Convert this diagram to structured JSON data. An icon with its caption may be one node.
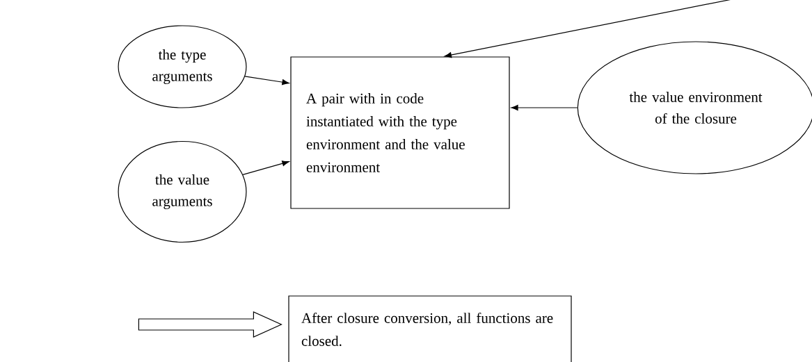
{
  "diagram": {
    "nodes": [
      {
        "text": [
          "the type arguments"
        ]
      },
      {
        "text": [
          "the value arguments"
        ]
      },
      {
        "text": [
          "A pair with in code instantiated with the type environment and the value environment"
        ]
      },
      {
        "text": [
          "the value environment of the closure"
        ]
      },
      {
        "text": [
          "After closure conversion, all functions are closed."
        ]
      }
    ],
    "edges": [
      {
        "from": 0,
        "to": 2,
        "arrow": "to"
      },
      {
        "from": 1,
        "to": 2,
        "arrow": "to"
      },
      {
        "from": 3,
        "to": 2,
        "arrow": "to"
      },
      {
        "from": null,
        "to": 2,
        "arrow": "to"
      },
      {
        "from": null,
        "to": 4,
        "arrow": "to",
        "style": "thick"
      }
    ]
  }
}
